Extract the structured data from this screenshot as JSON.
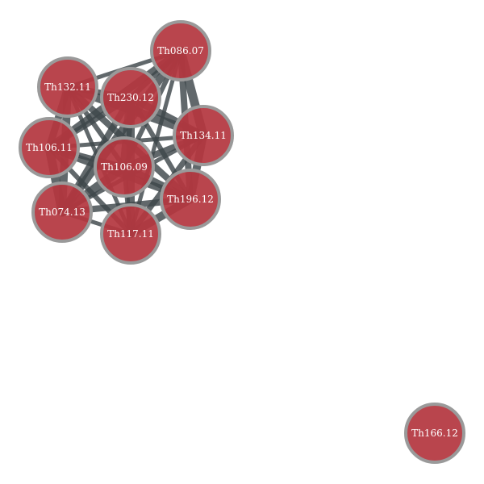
{
  "graph": {
    "colors": {
      "background": "#ffffff",
      "node_fill": "#b4373f",
      "node_stroke": "#9a9a9a",
      "edge": "#3e474a",
      "label": "#ffffff"
    },
    "nodes": [
      {
        "id": "Th086.07",
        "label": "Th086.07"
      },
      {
        "id": "Th132.11",
        "label": "Th132.11"
      },
      {
        "id": "Th230.12",
        "label": "Th230.12"
      },
      {
        "id": "Th106.11",
        "label": "Th106.11"
      },
      {
        "id": "Th134.11",
        "label": "Th134.11"
      },
      {
        "id": "Th106.09",
        "label": "Th106.09"
      },
      {
        "id": "Th196.12",
        "label": "Th196.12"
      },
      {
        "id": "Th074.13",
        "label": "Th074.13"
      },
      {
        "id": "Th117.11",
        "label": "Th117.11"
      },
      {
        "id": "Th166.12",
        "label": "Th166.12"
      }
    ],
    "edges": [
      [
        "Th086.07",
        "Th132.11"
      ],
      [
        "Th086.07",
        "Th230.12"
      ],
      [
        "Th086.07",
        "Th106.11"
      ],
      [
        "Th086.07",
        "Th134.11"
      ],
      [
        "Th086.07",
        "Th106.09"
      ],
      [
        "Th086.07",
        "Th196.12"
      ],
      [
        "Th086.07",
        "Th074.13"
      ],
      [
        "Th086.07",
        "Th117.11"
      ],
      [
        "Th132.11",
        "Th230.12"
      ],
      [
        "Th132.11",
        "Th106.11"
      ],
      [
        "Th132.11",
        "Th134.11"
      ],
      [
        "Th132.11",
        "Th106.09"
      ],
      [
        "Th132.11",
        "Th196.12"
      ],
      [
        "Th132.11",
        "Th074.13"
      ],
      [
        "Th132.11",
        "Th117.11"
      ],
      [
        "Th230.12",
        "Th106.11"
      ],
      [
        "Th230.12",
        "Th134.11"
      ],
      [
        "Th230.12",
        "Th106.09"
      ],
      [
        "Th230.12",
        "Th196.12"
      ],
      [
        "Th230.12",
        "Th074.13"
      ],
      [
        "Th230.12",
        "Th117.11"
      ],
      [
        "Th106.11",
        "Th134.11"
      ],
      [
        "Th106.11",
        "Th106.09"
      ],
      [
        "Th106.11",
        "Th196.12"
      ],
      [
        "Th106.11",
        "Th074.13"
      ],
      [
        "Th106.11",
        "Th117.11"
      ],
      [
        "Th134.11",
        "Th106.09"
      ],
      [
        "Th134.11",
        "Th196.12"
      ],
      [
        "Th134.11",
        "Th074.13"
      ],
      [
        "Th134.11",
        "Th117.11"
      ],
      [
        "Th106.09",
        "Th196.12"
      ],
      [
        "Th106.09",
        "Th074.13"
      ],
      [
        "Th106.09",
        "Th117.11"
      ],
      [
        "Th196.12",
        "Th074.13"
      ],
      [
        "Th196.12",
        "Th117.11"
      ],
      [
        "Th074.13",
        "Th117.11"
      ]
    ]
  }
}
